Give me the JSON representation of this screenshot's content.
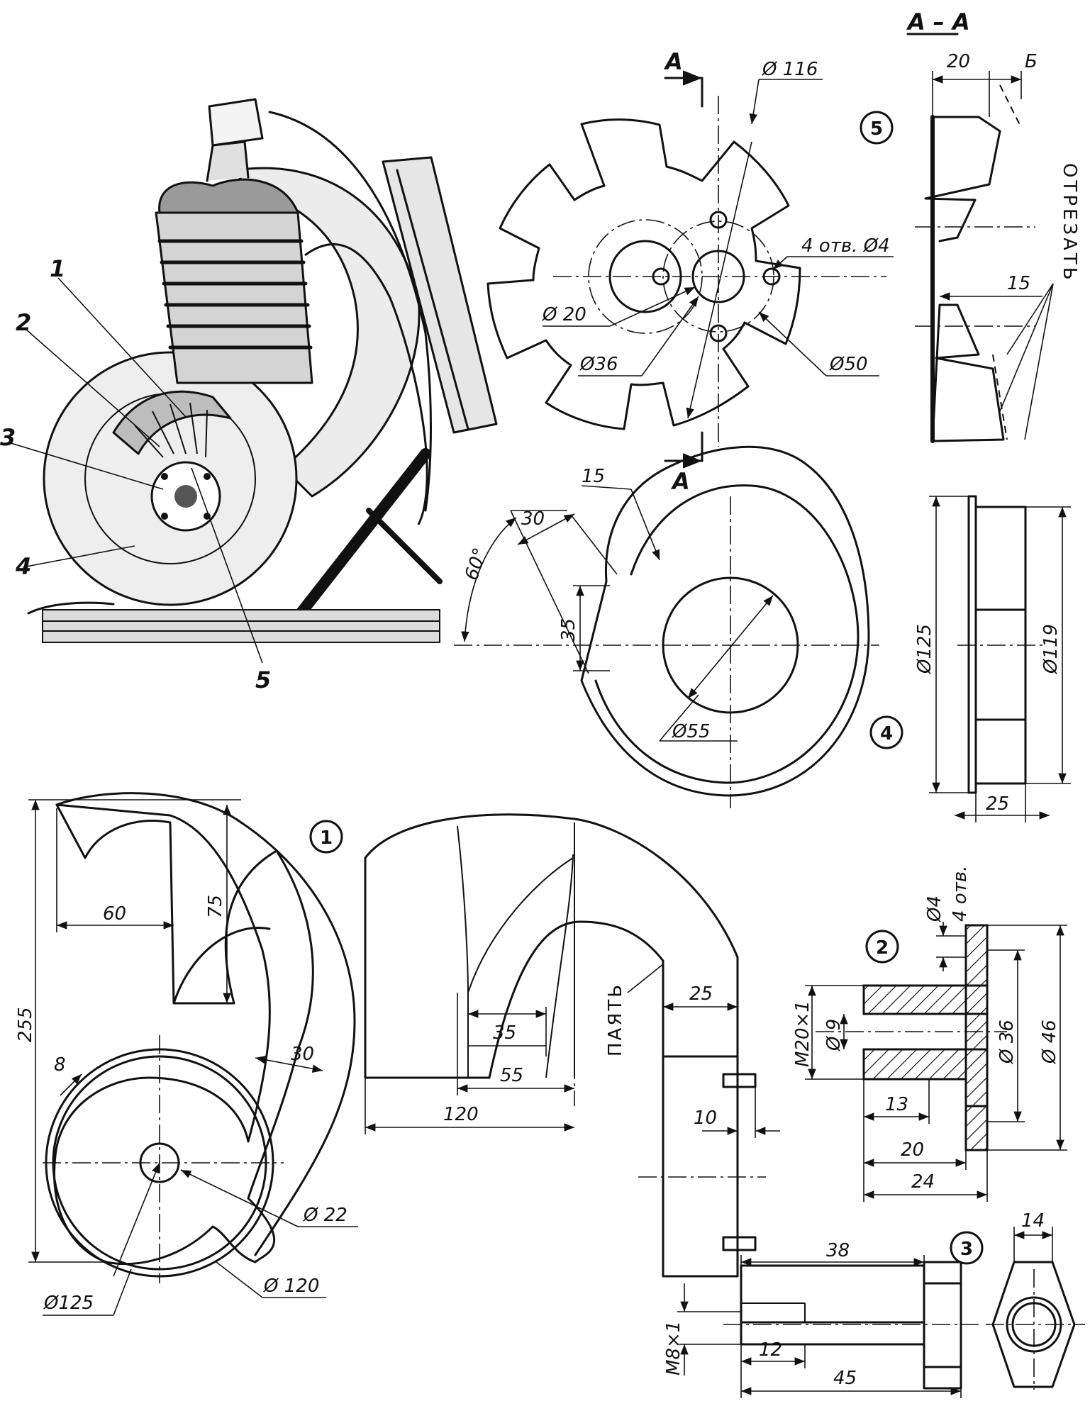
{
  "section_label": "А – А",
  "section_marks": {
    "top": "А",
    "bottom": "А"
  },
  "callouts": [
    "1",
    "2",
    "3",
    "4",
    "5"
  ],
  "parts": {
    "p1": {
      "number": "1",
      "dims": {
        "width_60": "60",
        "height_75": "75",
        "height_255": "255",
        "neck_30": "30",
        "rim_8": "8",
        "d22": "Ø 22",
        "d125": "Ø125",
        "d120": "Ø 120"
      }
    },
    "p1_sheet": {
      "dims": {
        "w120": "120",
        "w35": "35",
        "w55": "55",
        "w25": "25",
        "w10": "10"
      },
      "note": "ПАЯТЬ"
    },
    "p2": {
      "number": "2",
      "dims": {
        "d4": "Ø4",
        "holes": "4 отв.",
        "thread": "M20×1",
        "d9": "Ø 9",
        "d36": "Ø 36",
        "d46": "Ø 46",
        "l13": "13",
        "l20": "20",
        "l24": "24"
      }
    },
    "p3": {
      "number": "3",
      "dims": {
        "l38": "38",
        "thread": "M8×1",
        "l12": "12",
        "l45": "45",
        "hex14": "14"
      }
    },
    "p4": {
      "number": "4",
      "dims": {
        "a60": "60°",
        "w30": "30",
        "w15": "15",
        "h35": "35",
        "d55": "Ø55",
        "d125": "Ø125",
        "d119": "Ø119",
        "w25": "25"
      }
    },
    "p5": {
      "number": "5",
      "dims": {
        "d116": "Ø 116",
        "holes": "4 отв. Ø4",
        "d20": "Ø 20",
        "d36": "Ø36",
        "d50": "Ø50"
      }
    },
    "section": {
      "dims": {
        "w20": "20",
        "b": "Б",
        "w15": "15"
      },
      "note": "ОТРЕЗАТЬ"
    }
  }
}
